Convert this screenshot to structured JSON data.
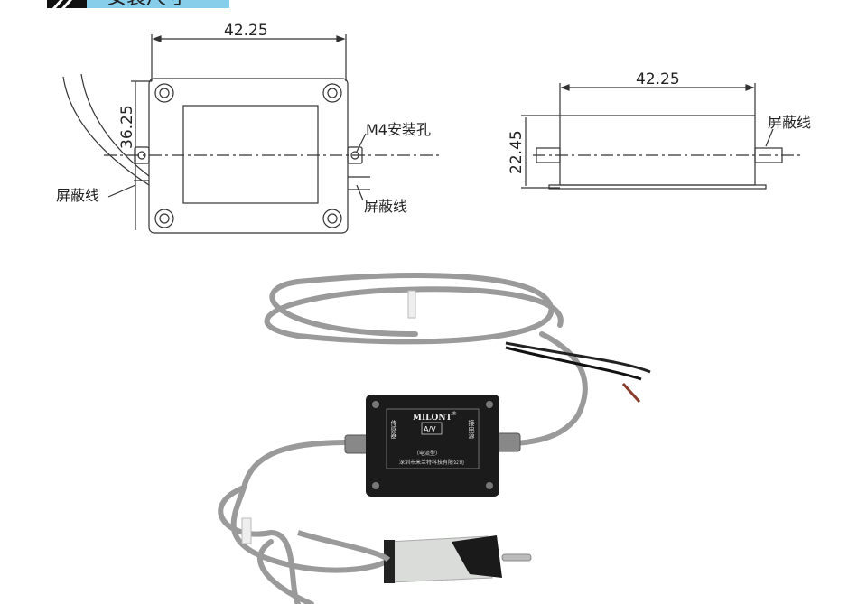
{
  "banner": {
    "title": "安装尺寸",
    "accent": "#87ceeb"
  },
  "front_view": {
    "width_dim": "42.25",
    "height_dim": "36.25",
    "hole_label": "M4安装孔",
    "shield_left_label": "屏蔽线",
    "shield_right_label": "屏蔽线"
  },
  "side_view": {
    "width_dim": "42.25",
    "height_dim": "22.45",
    "shield_label": "屏蔽线"
  },
  "product": {
    "brand": "MILONT",
    "mark": "®",
    "left_label": "传感器",
    "right_label": "接电源",
    "center": "A/V",
    "type": "（电流型）",
    "company": "深圳市米兰特科技有限公司"
  }
}
